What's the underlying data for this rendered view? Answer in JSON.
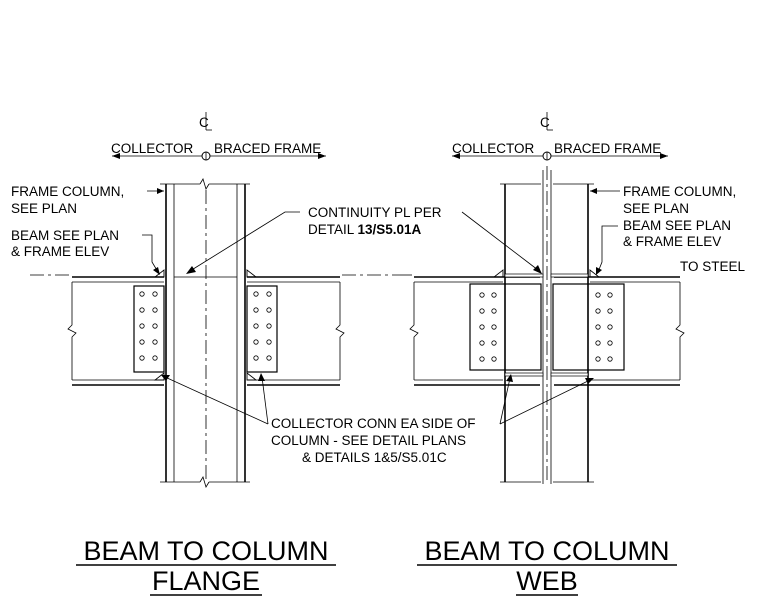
{
  "left": {
    "cl_mark": "C",
    "collector": "COLLECTOR",
    "braced_frame": "BRACED FRAME",
    "frame_column_1": "FRAME COLUMN,",
    "frame_column_2": "SEE PLAN",
    "beam_see_1": "BEAM SEE PLAN",
    "beam_see_2": "& FRAME ELEV",
    "title_1": "BEAM TO COLUMN",
    "title_2": "FLANGE"
  },
  "right": {
    "cl_mark": "C",
    "collector": "COLLECTOR",
    "braced_frame": "BRACED FRAME",
    "frame_column_1": "FRAME COLUMN,",
    "frame_column_2": "SEE PLAN",
    "beam_see_1": "BEAM SEE PLAN",
    "beam_see_2": "& FRAME ELEV",
    "to_steel": "TO STEEL",
    "title_1": "BEAM TO COLUMN",
    "title_2": "WEB"
  },
  "center": {
    "continuity_1": "CONTINUITY PL PER",
    "continuity_2": "DETAIL ",
    "continuity_ref": "13/S5.01A",
    "collector_conn_1": "COLLECTOR CONN EA SIDE OF",
    "collector_conn_2": "COLUMN - SEE DETAIL PLANS",
    "collector_conn_3": "& DETAILS 1&5/S5.01C"
  }
}
